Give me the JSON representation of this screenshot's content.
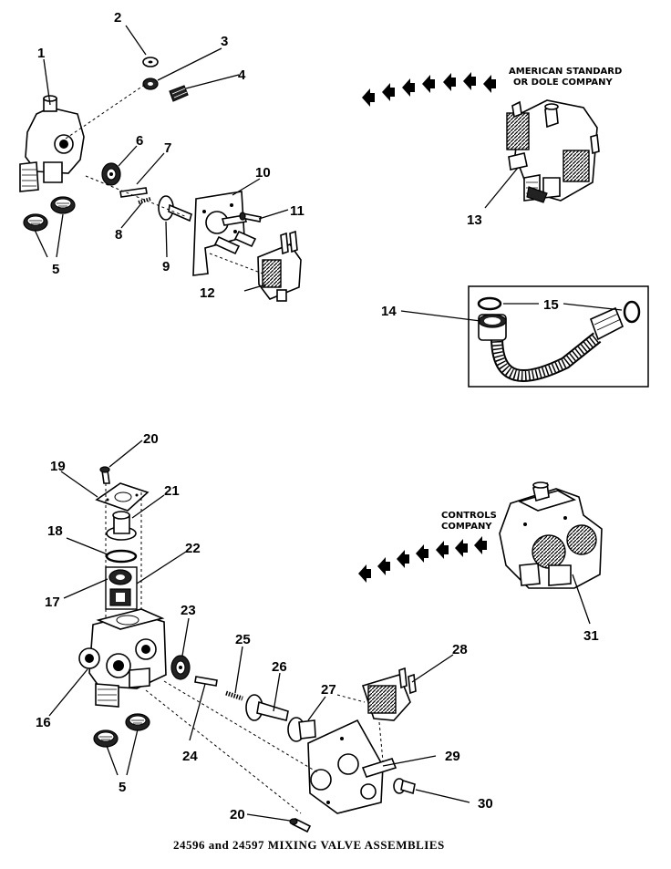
{
  "caption": "24596 and 24597 MIXING VALVE ASSEMBLIES",
  "manufacturers": {
    "american_standard_line1": "AMERICAN STANDARD",
    "american_standard_line2": "OR DOLE COMPANY",
    "controls_line1": "CONTROLS",
    "controls_line2": "COMPANY"
  },
  "callouts": {
    "n1": "1",
    "n2": "2",
    "n3": "3",
    "n4": "4",
    "n5a": "5",
    "n6": "6",
    "n7": "7",
    "n8": "8",
    "n9": "9",
    "n10": "10",
    "n11": "11",
    "n12": "12",
    "n13": "13",
    "n14": "14",
    "n15": "15",
    "n16": "16",
    "n17": "17",
    "n18": "18",
    "n19": "19",
    "n20a": "20",
    "n21": "21",
    "n22": "22",
    "n23": "23",
    "n24": "24",
    "n25": "25",
    "n26": "26",
    "n27": "27",
    "n28": "28",
    "n29": "29",
    "n30": "30",
    "n31": "31",
    "n5b": "5",
    "n20b": "20"
  }
}
